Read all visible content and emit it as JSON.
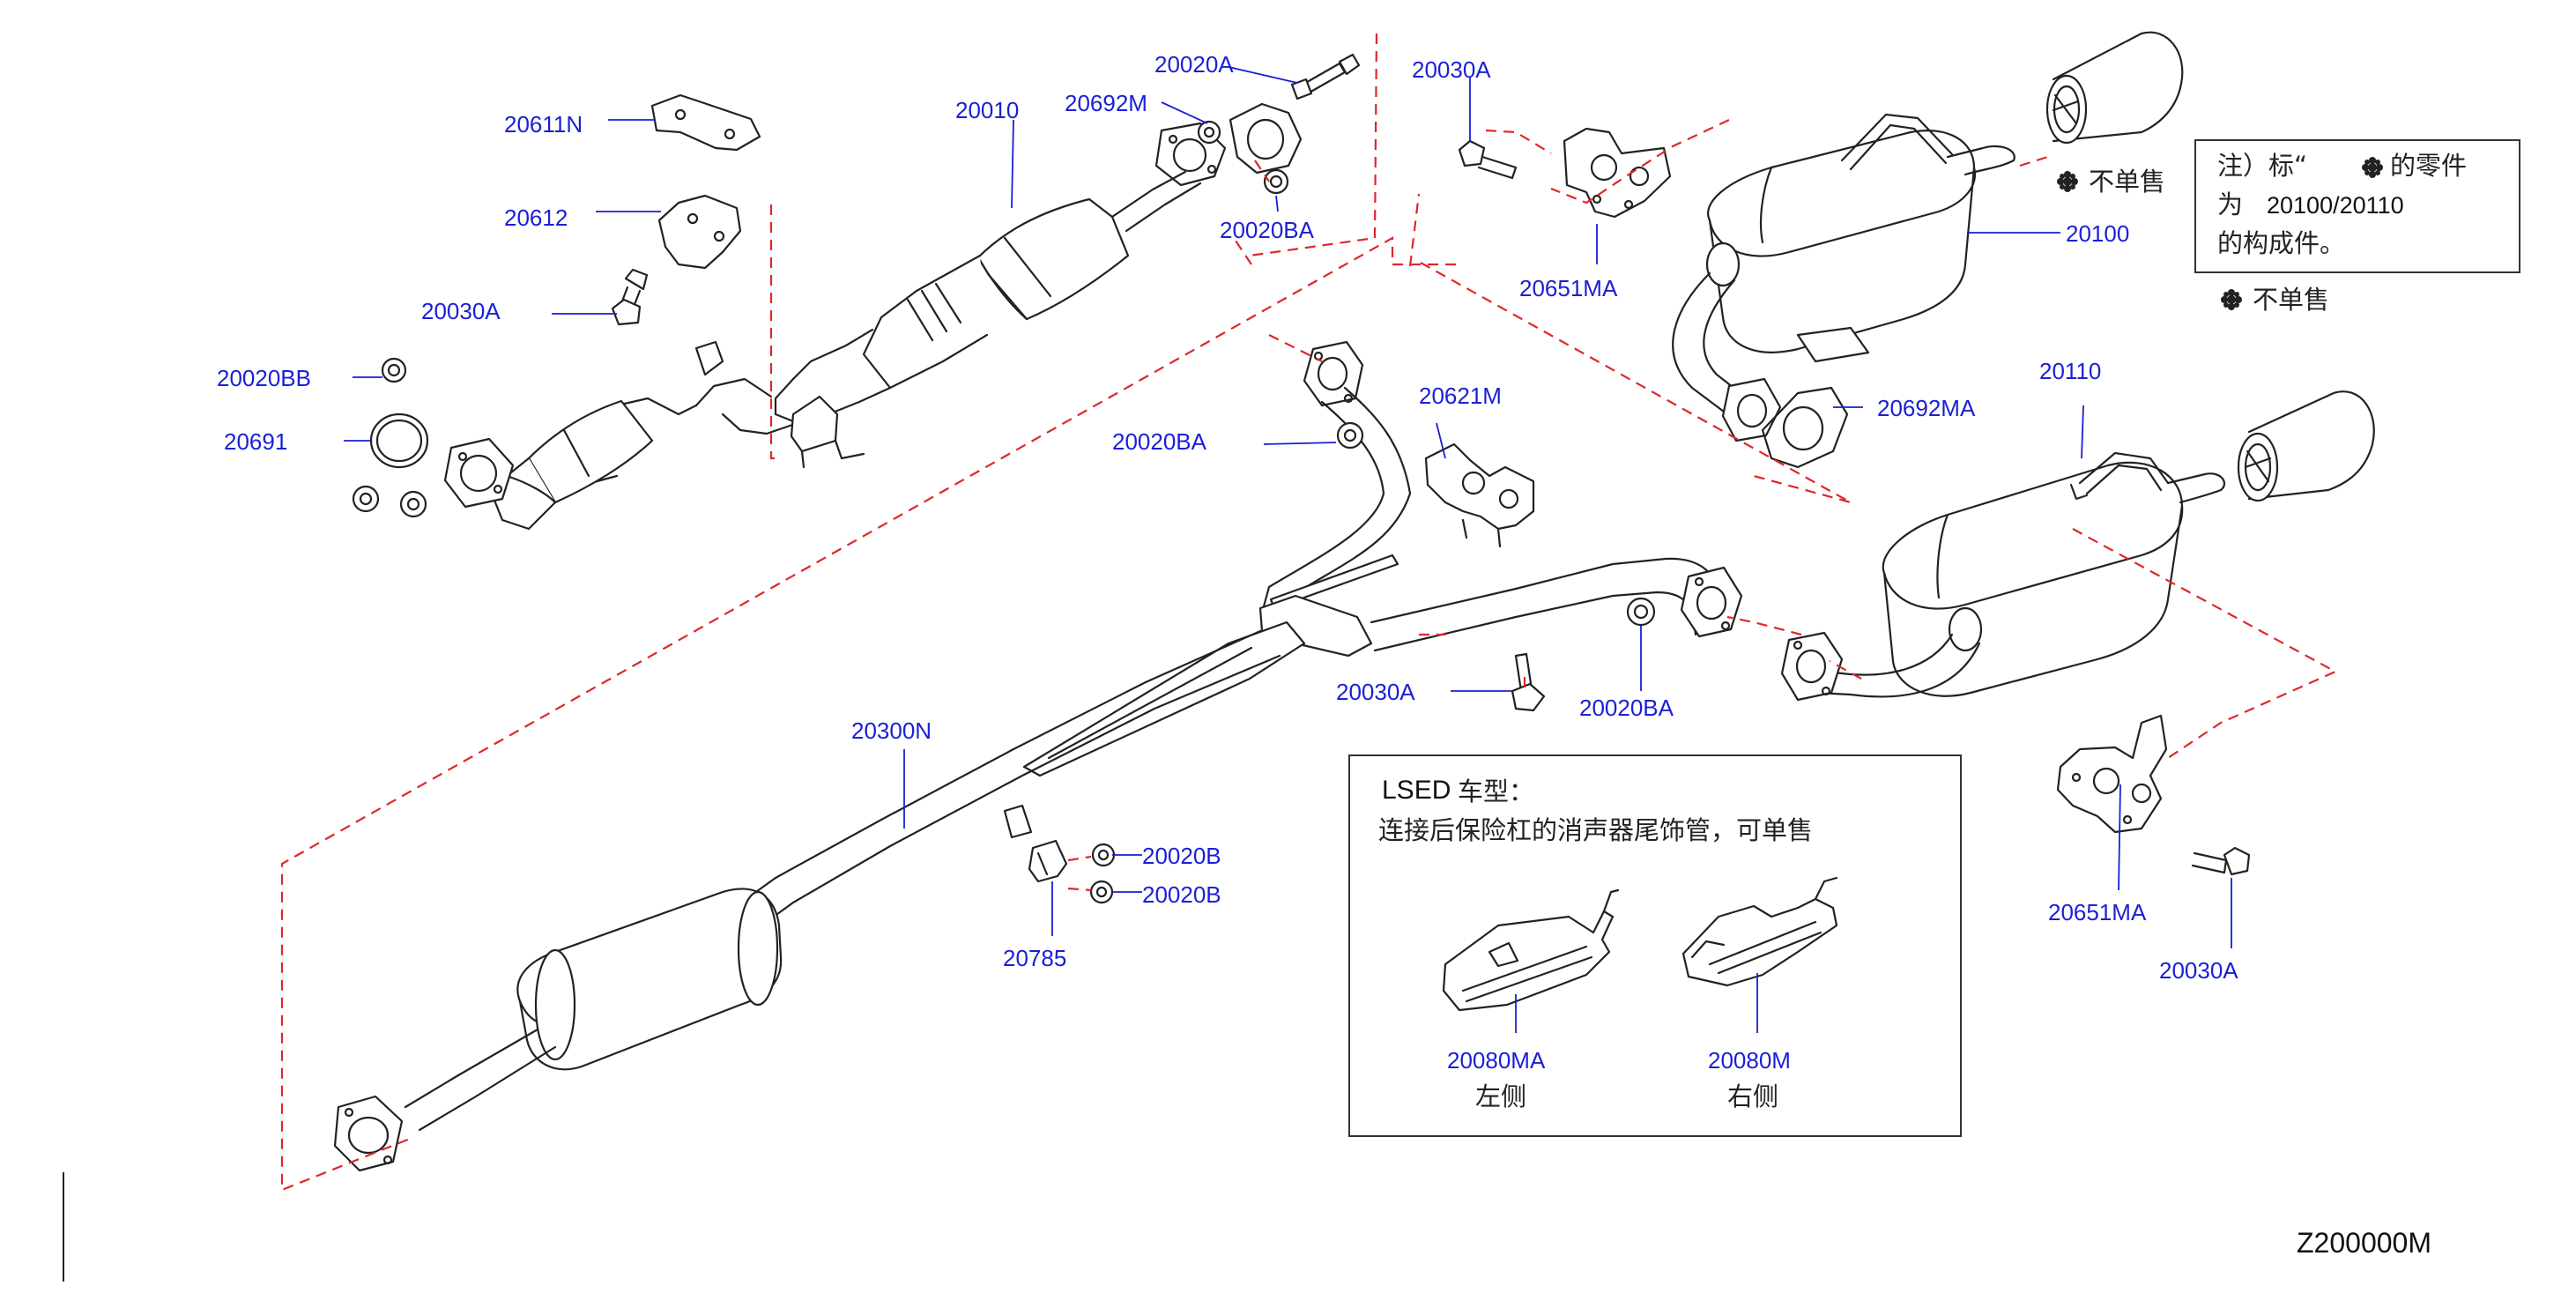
{
  "diagram_code": "Z200000M",
  "colors": {
    "part_label": "#1a1fd6",
    "leader": "#1a1fd6",
    "dash": "#e0262a",
    "drawing": "#222222"
  },
  "parts": {
    "p20611N": "20611N",
    "p20612": "20612",
    "p20030A_left": "20030A",
    "p20020BB": "20020BB",
    "p20691": "20691",
    "p20010": "20010",
    "p20020A": "20020A",
    "p20692M": "20692M",
    "p20020BA_top": "20020BA",
    "p20030A_top": "20030A",
    "p20651MA_top": "20651MA",
    "p20100": "20100",
    "p20692MA": "20692MA",
    "p20621M": "20621M",
    "p20020BA_mid": "20020BA",
    "p20030A_mid": "20030A",
    "p20020BA_right": "20020BA",
    "p20110": "20110",
    "p20651MA_right": "20651MA",
    "p20030A_right": "20030A",
    "p20300N": "20300N",
    "p20020B_a": "20020B",
    "p20020B_b": "20020B",
    "p20785": "20785",
    "p20080MA": "20080MA",
    "p20080M": "20080M"
  },
  "not_sold_separately": {
    "top": "不单售",
    "right": "不单售"
  },
  "note_box": {
    "line1_prefix": "注）标“",
    "line1_suffix": "的零件",
    "line2_prefix": "为",
    "line2_parts": "20100/20110",
    "line3": "的构成件。"
  },
  "lsed_box": {
    "title_model": "LSED",
    "title_suffix": "车型：",
    "subtitle": "连接后保险杠的消声器尾饰管，可单售",
    "left_side": "左侧",
    "right_side": "右侧"
  }
}
